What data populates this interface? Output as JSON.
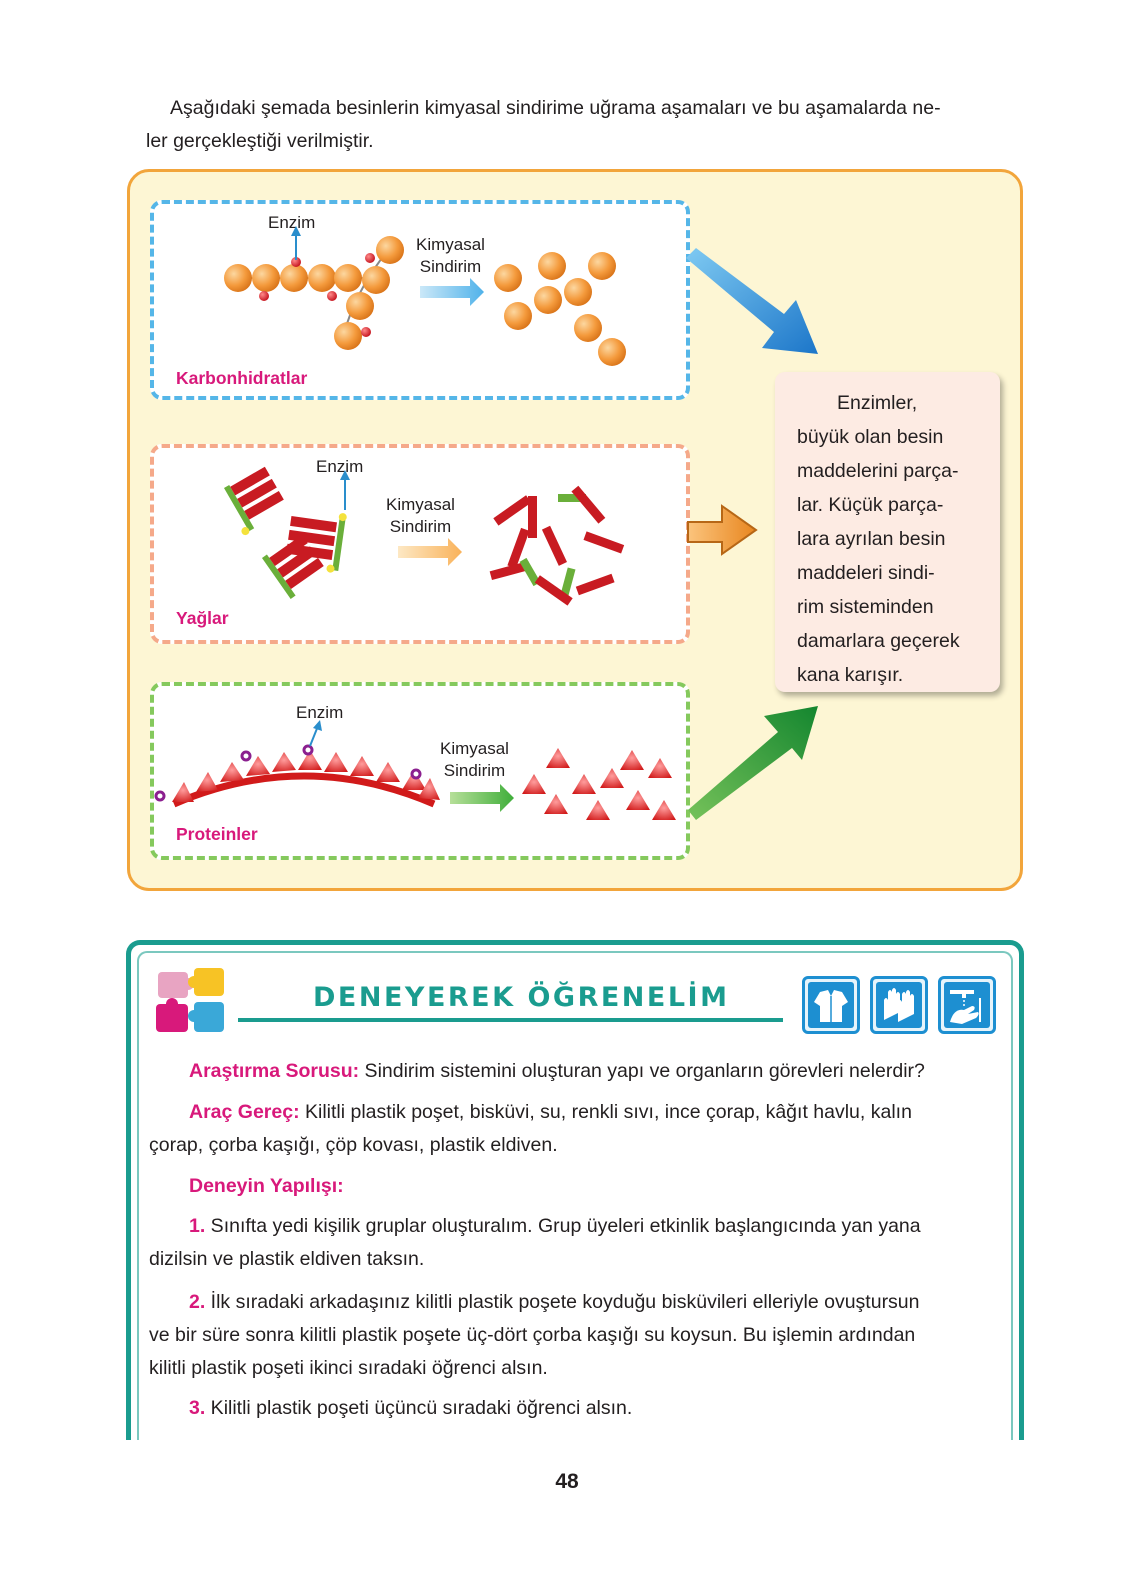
{
  "intro": "Aşağıdaki şemada besinlerin kimyasal sindirime uğrama aşamaları ve bu aşamalarda ne-ler gerçekleştiği verilmiştir.",
  "intro_lines": [
    "Aşağıdaki şemada besinlerin kimyasal sindirime uğrama aşamaları ve bu aşamalarda ne-",
    "ler gerçekleştiği verilmiştir."
  ],
  "diagram": {
    "rows": [
      {
        "name": "Karbonhidratlar",
        "enzyme": "Enzim",
        "process_line1": "Kimyasal",
        "process_line2": "Sindirim",
        "color": "#55b6e8"
      },
      {
        "name": "Yağlar",
        "enzyme": "Enzim",
        "process_line1": "Kimyasal",
        "process_line2": "Sindirim",
        "color": "#f5a98a"
      },
      {
        "name": "Proteinler",
        "enzyme": "Enzim",
        "process_line1": "Kimyasal",
        "process_line2": "Sindirim",
        "color": "#85c95d"
      }
    ],
    "summary_lines": [
      "Enzimler,",
      "büyük olan besin",
      "maddelerini parça-",
      "lar. Küçük parça-",
      "lara ayrılan besin",
      "maddeleri sindi-",
      "rim sisteminden",
      "damarlara geçerek",
      "kana karışır."
    ]
  },
  "experiment": {
    "title": "DENEYEREK ÖĞRENELİM",
    "question_label": "Araştırma Sorusu:",
    "question_text": " Sindirim sistemini oluşturan yapı ve organların görevleri nelerdir?",
    "materials_label": "Araç Gereç:",
    "materials_line1": " Kilitli plastik poşet, bisküvi, su, renkli sıvı, ince çorap, kâğıt havlu, kalın",
    "materials_line2": "çorap, çorba kaşığı, çöp kovası, plastik eldiven.",
    "procedure_label": "Deneyin Yapılışı:",
    "steps": [
      {
        "num": "1.",
        "line1": " Sınıfta yedi kişilik gruplar oluşturalım. Grup üyeleri etkinlik başlangıcında yan yana",
        "rest": [
          "dizilsin ve plastik eldiven taksın."
        ]
      },
      {
        "num": "2.",
        "line1": " İlk sıradaki arkadaşınız kilitli plastik poşete koyduğu bisküvileri elleriyle ovuştursun",
        "rest": [
          "ve bir süre sonra kilitli plastik poşete üç-dört çorba kaşığı su koysun. Bu işlemin ardından",
          "kilitli plastik poşeti ikinci sıradaki öğrenci alsın."
        ]
      },
      {
        "num": "3.",
        "line1": " Kilitli plastik poşeti üçüncü sıradaki öğrenci alsın.",
        "rest": []
      }
    ],
    "safety_icons": [
      "lab-coat-icon",
      "gloves-icon",
      "hand-washing-icon"
    ]
  },
  "page_number": "48",
  "colors": {
    "accent_pink": "#d8197b",
    "teal": "#1a9c8f",
    "orange_border": "#f2a53b",
    "panel_bg": "#fdf6d4"
  }
}
